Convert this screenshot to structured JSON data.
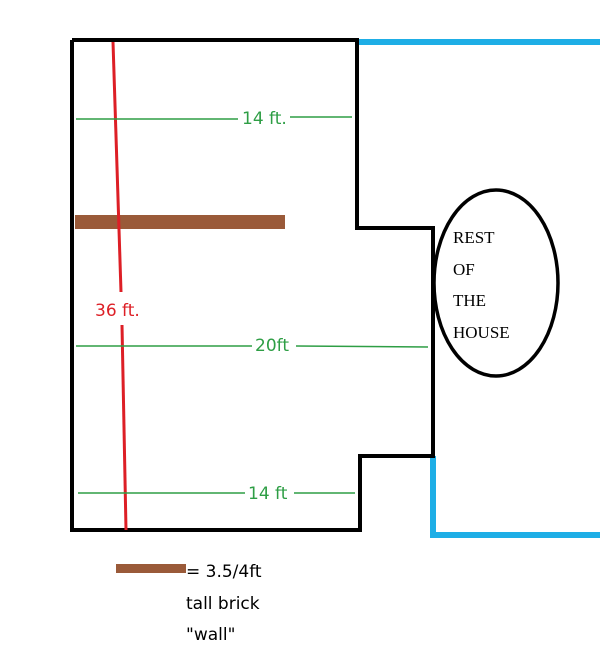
{
  "colors": {
    "outline": "#000000",
    "existing_wall": "#1eaee6",
    "measure_green": "#2e9e45",
    "measure_red": "#dd1f26",
    "brick": "#9a5a39",
    "background": "#ffffff"
  },
  "dimensions": {
    "top_width": "14 ft.",
    "middle_width": "20ft",
    "bottom_width": "14 ft",
    "length": "36 ft."
  },
  "rest_of_house": {
    "line1": "REST",
    "line2": "OF",
    "line3": "THE",
    "line4": "HOUSE"
  },
  "legend": {
    "line1": "= 3.5/4ft",
    "line2": "tall brick",
    "line3": "\"wall\""
  }
}
